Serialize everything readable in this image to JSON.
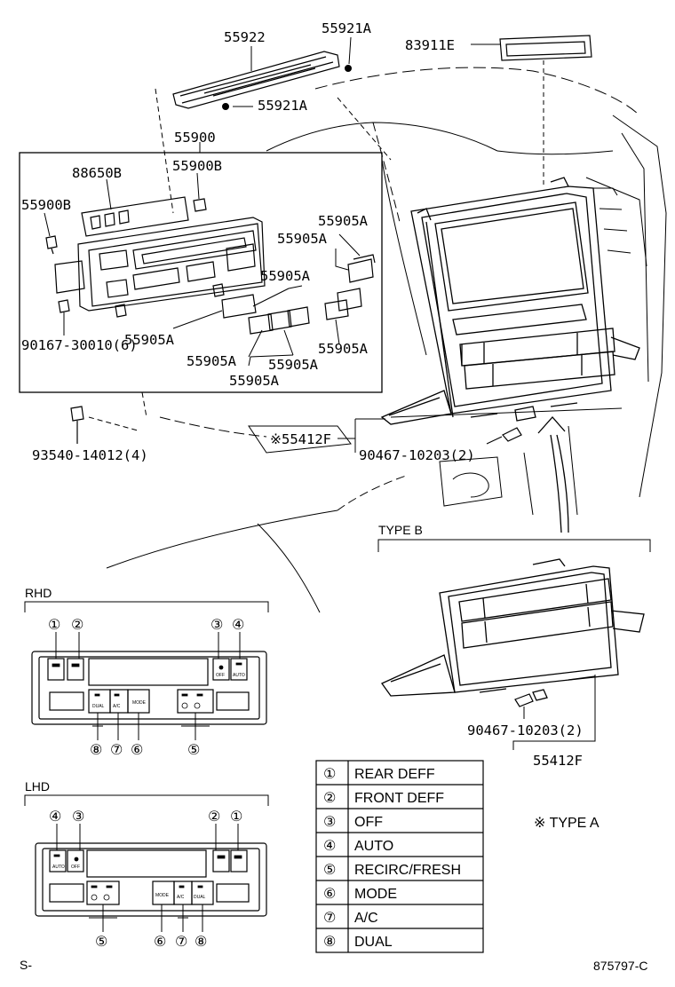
{
  "drawing_id": "875797-C",
  "corner_mark": "S-",
  "type_a_note": "※ TYPE A",
  "type_b_title": "TYPE B",
  "part_labels": {
    "p55922": "55922",
    "p55921a_top": "55921A",
    "p55921a_bottom": "55921A",
    "p83911e": "83911E",
    "p55900": "55900",
    "p88650b": "88650B",
    "p55900b_right": "55900B",
    "p55900b_left": "55900B",
    "p55905a_1": "55905A",
    "p55905a_2": "55905A",
    "p55905a_3": "55905A",
    "p55905a_4": "55905A",
    "p55905a_5": "55905A",
    "p55905a_6": "55905A",
    "p55905a_7": "55905A",
    "p90167": "90167-30010(6)",
    "p93540": "93540-14012(4)",
    "p55412f_a": "※55412F",
    "p90467_a": "90467-10203(2)",
    "p90467_b": "90467-10203(2)",
    "p55412f_b": "55412F"
  },
  "panels": {
    "rhd": {
      "title": "RHD",
      "top_callouts": [
        "①",
        "②",
        "③",
        "④"
      ],
      "bottom_callouts": [
        "⑧",
        "⑦",
        "⑥",
        "⑤"
      ],
      "button_text": {
        "dual": "DUAL",
        "ac": "A/C",
        "mode": "MODE",
        "auto": "AUTO",
        "off": "OFF"
      }
    },
    "lhd": {
      "title": "LHD",
      "top_callouts": [
        "④",
        "③",
        "②",
        "①"
      ],
      "bottom_callouts": [
        "⑤",
        "⑥",
        "⑦",
        "⑧"
      ],
      "button_text": {
        "dual": "DUAL",
        "ac": "A/C",
        "mode": "MODE",
        "auto": "AUTO",
        "off": "OFF"
      }
    }
  },
  "legend": [
    {
      "num": "①",
      "label": "REAR DEFF"
    },
    {
      "num": "②",
      "label": "FRONT DEFF"
    },
    {
      "num": "③",
      "label": "OFF"
    },
    {
      "num": "④",
      "label": "AUTO"
    },
    {
      "num": "⑤",
      "label": "RECIRC/FRESH"
    },
    {
      "num": "⑥",
      "label": "MODE"
    },
    {
      "num": "⑦",
      "label": "A/C"
    },
    {
      "num": "⑧",
      "label": "DUAL"
    }
  ]
}
